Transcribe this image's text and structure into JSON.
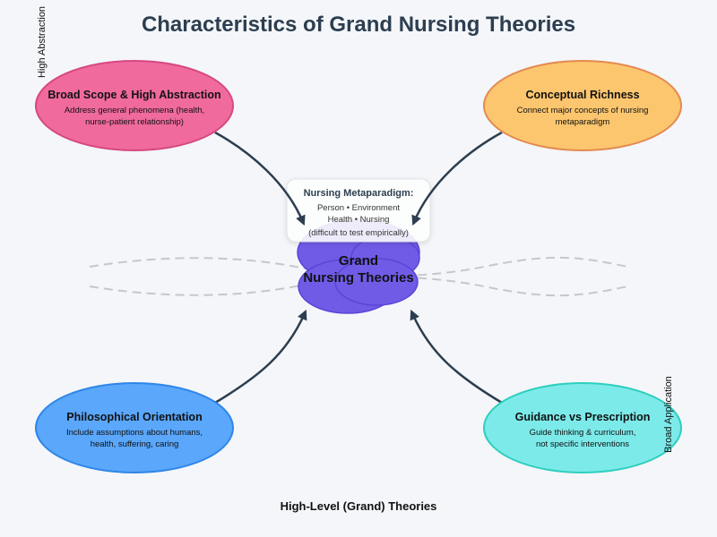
{
  "title": "Characteristics of Grand Nursing Theories",
  "center": {
    "line1": "Grand",
    "line2": "Nursing Theories"
  },
  "metaparadigm": {
    "title": "Nursing Metaparadigm:",
    "line1": "Person • Environment",
    "line2": "Health • Nursing",
    "line3": "(difficult to test empirically)"
  },
  "nodes": {
    "top_left": {
      "title": "Broad Scope & High Abstraction",
      "desc1": "Address general phenomena (health,",
      "desc2": "nurse-patient relationship)",
      "fill": "#f06a9e",
      "stroke": "#d64882"
    },
    "top_right": {
      "title": "Conceptual Richness",
      "desc1": "Connect major concepts of nursing",
      "desc2": "metaparadigm",
      "fill": "#fcc66f",
      "stroke": "#e48a50"
    },
    "bottom_left": {
      "title": "Philosophical Orientation",
      "desc1": "Include assumptions about humans,",
      "desc2": "health, suffering, caring",
      "fill": "#5aa7fb",
      "stroke": "#2f86e8"
    },
    "bottom_right": {
      "title": "Guidance vs Prescription",
      "desc1": "Guide thinking & curriculum,",
      "desc2": "not specific interventions",
      "fill": "#7deaea",
      "stroke": "#2ecfbe"
    }
  },
  "axis_labels": {
    "left_vertical": "High Abstraction",
    "right_vertical": "Broad Application",
    "bottom": "High-Level (Grand) Theories"
  },
  "colors": {
    "center_fill": "#6f5be6",
    "center_stroke": "#5a45d8",
    "arrow": "#2c3e50",
    "title": "#2c3e50"
  }
}
